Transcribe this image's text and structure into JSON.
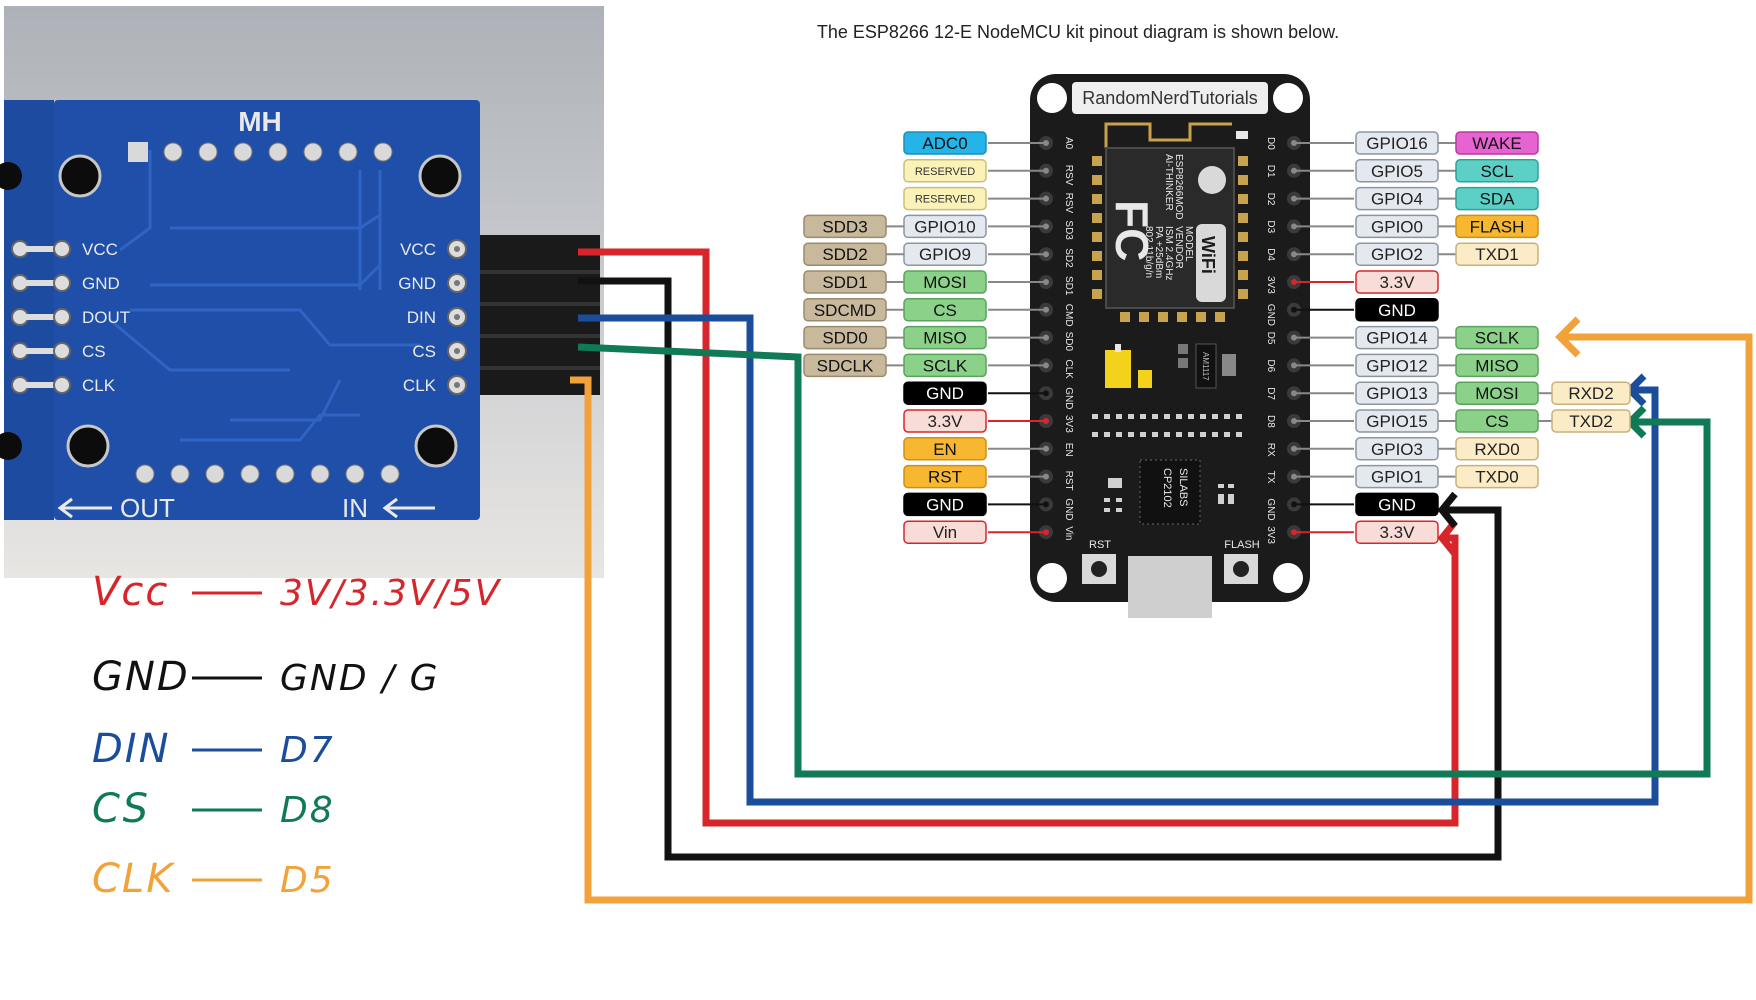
{
  "caption": "The ESP8266 12-E NodeMCU kit pinout diagram is shown below.",
  "colors": {
    "vcc": "#d7262b",
    "gnd": "#111111",
    "din": "#1a4e9a",
    "cs": "#0f7a55",
    "clk": "#f2a23a",
    "board": "#1b1b1b",
    "module_pcb": "#1f4fa8"
  },
  "module": {
    "logo": "MH",
    "left_pins": [
      "VCC",
      "GND",
      "DOUT",
      "CS",
      "CLK"
    ],
    "right_pins": [
      "VCC",
      "GND",
      "DIN",
      "CS",
      "CLK"
    ],
    "out_label": "OUT",
    "in_label": "IN"
  },
  "board": {
    "brand": "RandomNerdTutorials",
    "chip_lines": [
      "MODEL",
      "VENDOR",
      "ISM 2.4GHz",
      "PA +25dBm",
      "802.11b/g/n",
      "ESP8266MOD",
      "AI-THINKER"
    ],
    "usb_chip": [
      "SILABS",
      "CP2102"
    ],
    "regulator": "AM1117",
    "rst_label": "RST",
    "flash_label": "FLASH",
    "left_pins": [
      "A0",
      "RSV",
      "RSV",
      "SD3",
      "SD2",
      "SD1",
      "CMD",
      "SD0",
      "CLK",
      "GND",
      "3V3",
      "EN",
      "RST",
      "GND",
      "Vin"
    ],
    "right_pins": [
      "D0",
      "D1",
      "D2",
      "D3",
      "D4",
      "3V3",
      "GND",
      "D5",
      "D6",
      "D7",
      "D8",
      "RX",
      "TX",
      "GND",
      "3V3"
    ]
  },
  "left_labels": [
    {
      "inner": "ADC0",
      "inner_style": "adc"
    },
    {
      "inner": "RESERVED",
      "inner_style": "reserved"
    },
    {
      "inner": "RESERVED",
      "inner_style": "reserved"
    },
    {
      "outer": "SDD3",
      "inner": "GPIO10",
      "inner_style": "gpio"
    },
    {
      "outer": "SDD2",
      "inner": "GPIO9",
      "inner_style": "gpio"
    },
    {
      "outer": "SDD1",
      "inner": "MOSI",
      "inner_style": "spi"
    },
    {
      "outer": "SDCMD",
      "inner": "CS",
      "inner_style": "spi"
    },
    {
      "outer": "SDD0",
      "inner": "MISO",
      "inner_style": "spi"
    },
    {
      "outer": "SDCLK",
      "inner": "SCLK",
      "inner_style": "spi"
    },
    {
      "inner": "GND",
      "inner_style": "gnd"
    },
    {
      "inner": "3.3V",
      "inner_style": "power"
    },
    {
      "inner": "EN",
      "inner_style": "ctrl"
    },
    {
      "inner": "RST",
      "inner_style": "ctrl"
    },
    {
      "inner": "GND",
      "inner_style": "gnd"
    },
    {
      "inner": "Vin",
      "inner_style": "power"
    }
  ],
  "right_labels": [
    {
      "gpio": "GPIO16",
      "func": "WAKE",
      "func_style": "wake"
    },
    {
      "gpio": "GPIO5",
      "func": "SCL",
      "func_style": "i2c"
    },
    {
      "gpio": "GPIO4",
      "func": "SDA",
      "func_style": "i2c"
    },
    {
      "gpio": "GPIO0",
      "func": "FLASH",
      "func_style": "ctrl"
    },
    {
      "gpio": "GPIO2",
      "func": "TXD1",
      "func_style": "uart"
    },
    {
      "gpio": "3.3V",
      "gpio_style": "power"
    },
    {
      "gpio": "GND",
      "gpio_style": "gnd"
    },
    {
      "gpio": "GPIO14",
      "func": "SCLK",
      "func_style": "spi"
    },
    {
      "gpio": "GPIO12",
      "func": "MISO",
      "func_style": "spi"
    },
    {
      "gpio": "GPIO13",
      "func": "MOSI",
      "func_style": "spi",
      "extra": "RXD2"
    },
    {
      "gpio": "GPIO15",
      "func": "CS",
      "func_style": "spi",
      "extra": "TXD2"
    },
    {
      "gpio": "GPIO3",
      "func": "RXD0",
      "func_style": "uart"
    },
    {
      "gpio": "GPIO1",
      "func": "TXD0",
      "func_style": "uart"
    },
    {
      "gpio": "GND",
      "gpio_style": "gnd"
    },
    {
      "gpio": "3.3V",
      "gpio_style": "power"
    }
  ],
  "legend": [
    {
      "pin": "Vcc",
      "target": "3V/3.3V/5V",
      "color": "#d7262b"
    },
    {
      "pin": "GND",
      "target": "GND / G",
      "color": "#111111"
    },
    {
      "pin": "DIN",
      "target": "D7",
      "color": "#1a4e9a"
    },
    {
      "pin": "CS",
      "target": "D8",
      "color": "#0f7a55"
    },
    {
      "pin": "CLK",
      "target": "D5",
      "color": "#f2a23a"
    }
  ]
}
